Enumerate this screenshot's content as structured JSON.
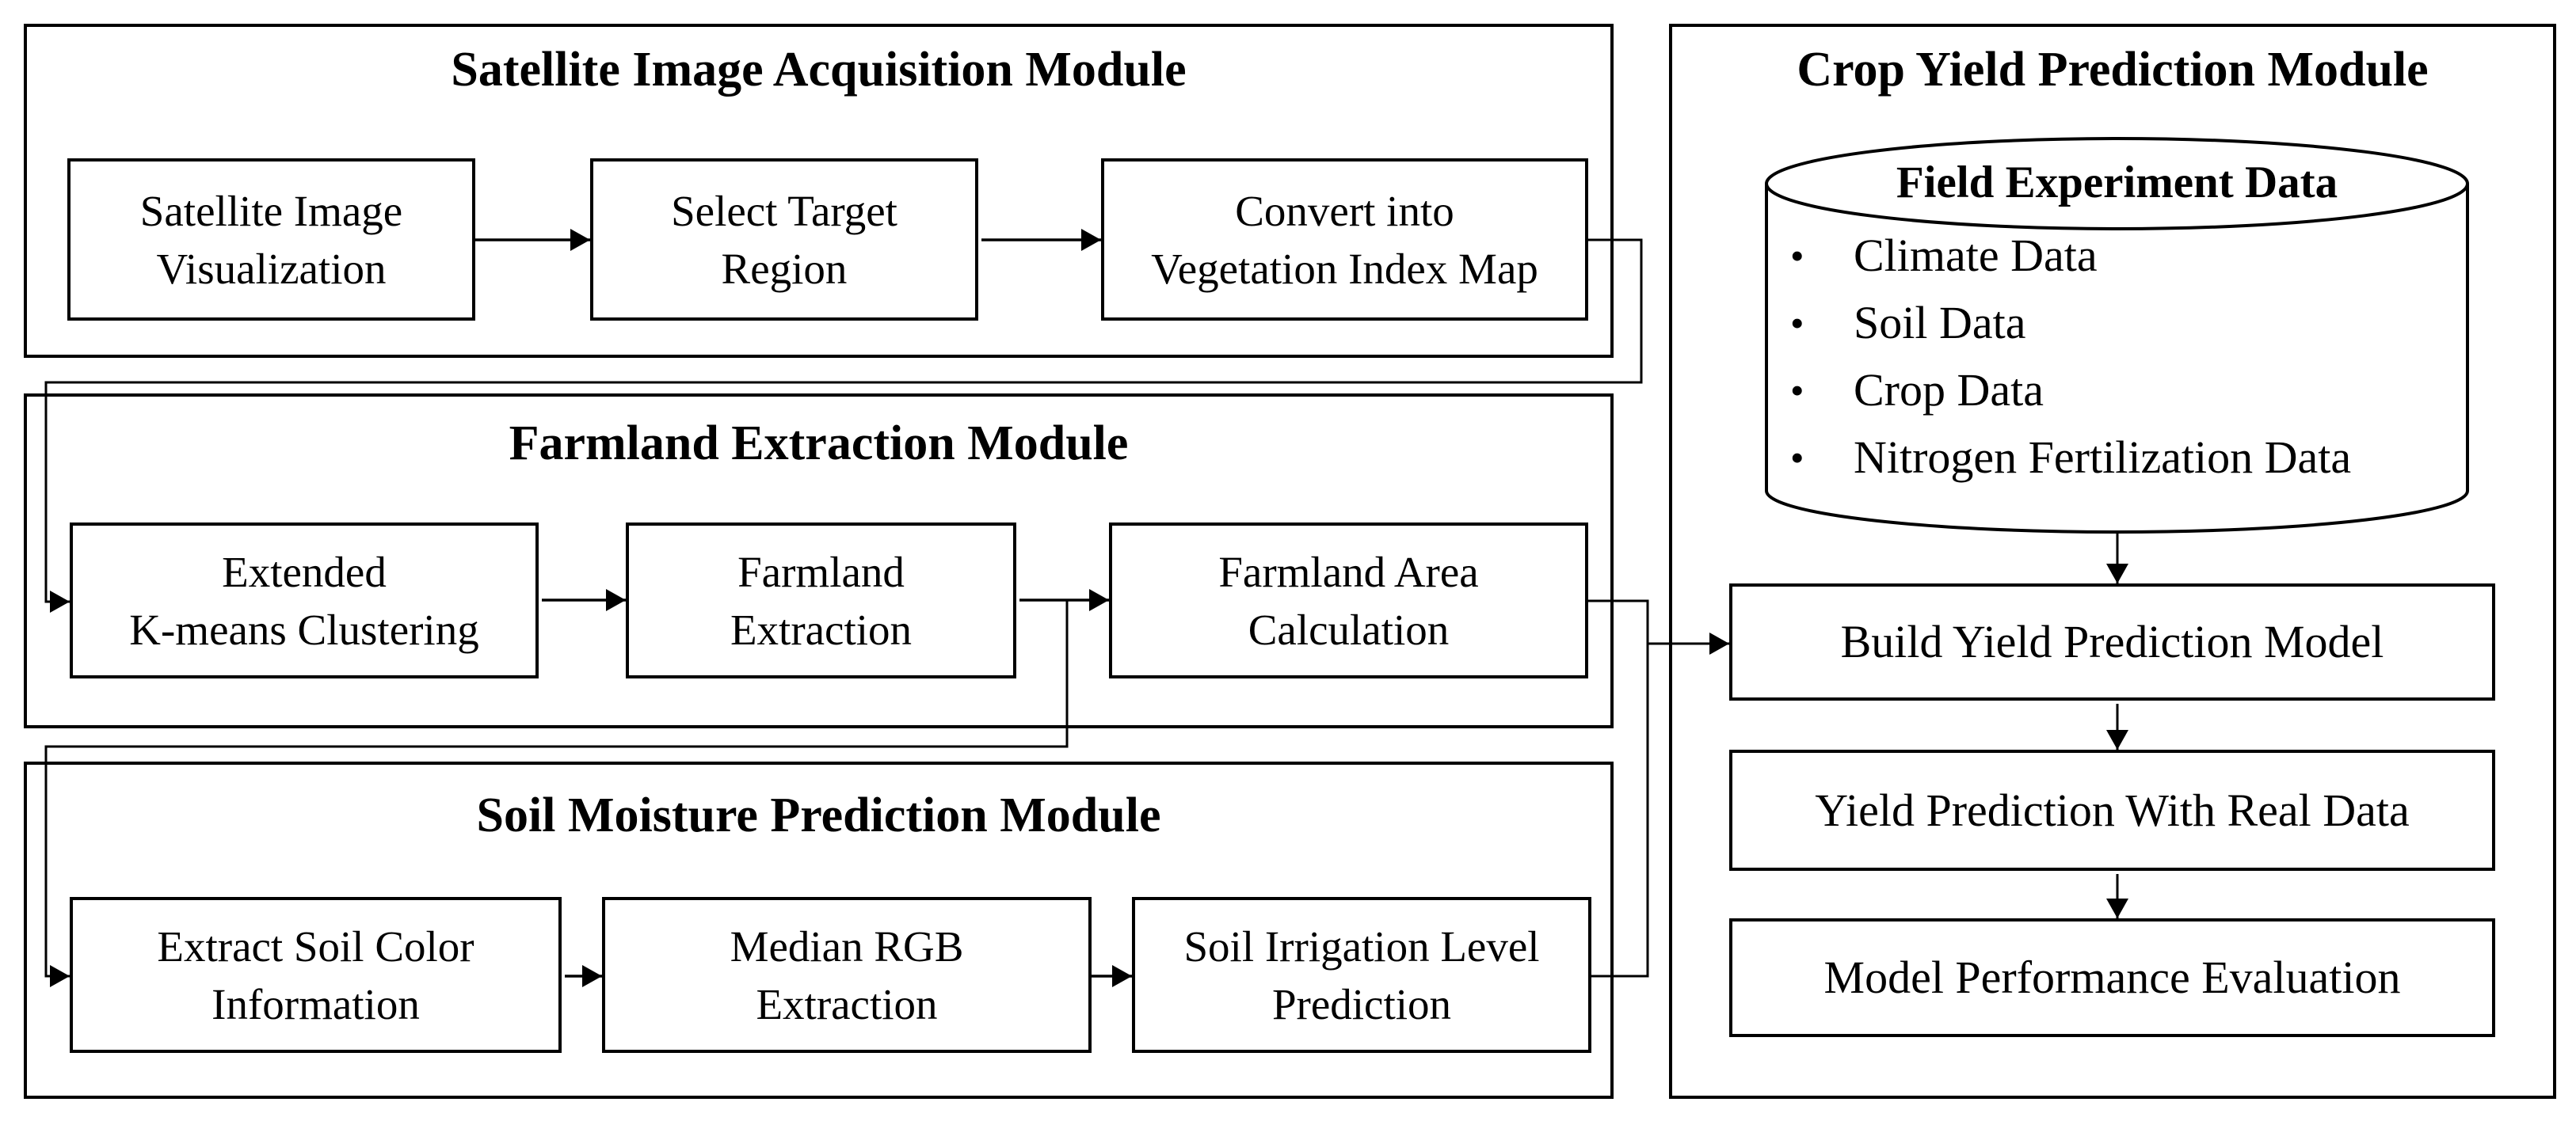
{
  "diagram": {
    "modules": {
      "satellite": {
        "title": "Satellite Image Acquisition Module",
        "boxes": [
          "Satellite Image\nVisualization",
          "Select Target\nRegion",
          "Convert into\nVegetation Index Map"
        ]
      },
      "farmland": {
        "title": "Farmland Extraction Module",
        "boxes": [
          "Extended\nK-means Clustering",
          "Farmland\nExtraction",
          "Farmland Area\nCalculation"
        ]
      },
      "soil_moisture": {
        "title": "Soil Moisture Prediction Module",
        "boxes": [
          "Extract Soil Color\nInformation",
          "Median RGB\nExtraction",
          "Soil Irrigation Level\nPrediction"
        ]
      },
      "crop_yield": {
        "title": "Crop Yield Prediction Module",
        "database": {
          "title": "Field Experiment Data",
          "bullet": "•",
          "items": [
            "Climate Data",
            "Soil Data",
            "Crop Data",
            "Nitrogen Fertilization Data"
          ]
        },
        "steps": [
          "Build Yield Prediction Model",
          "Yield Prediction With Real Data",
          "Model Performance Evaluation"
        ]
      }
    },
    "colors": {
      "line": "#000000",
      "text": "#000000",
      "background": "#ffffff"
    }
  }
}
